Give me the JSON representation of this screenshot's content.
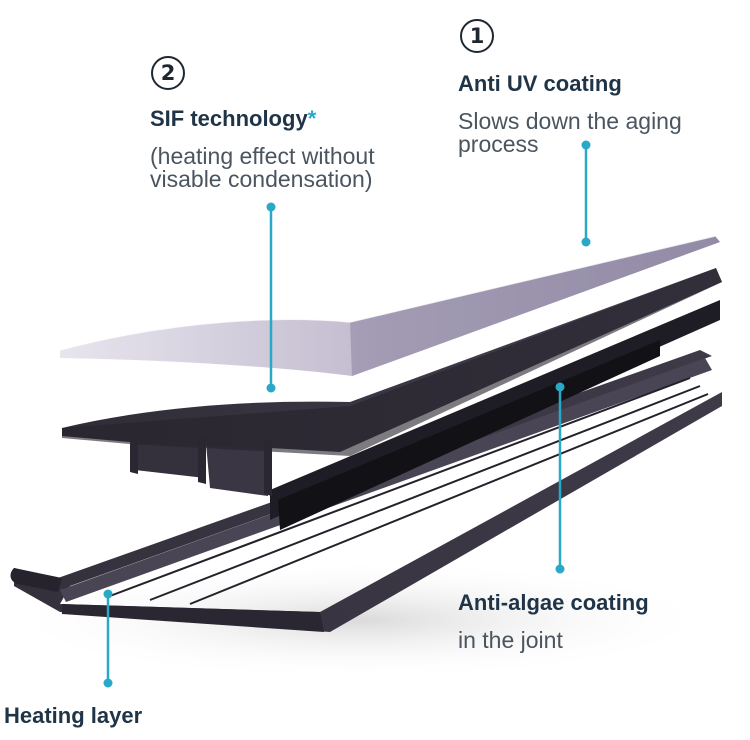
{
  "callouts": {
    "uv": {
      "number": "1",
      "title": "Anti UV coating",
      "desc_line1": "Slows down the aging",
      "desc_line2": "process"
    },
    "sif": {
      "number": "2",
      "title": "SIF technology",
      "asterisk": "*",
      "desc_line1": "(heating effect without",
      "desc_line2": "visable condensation)"
    },
    "algae": {
      "title": "Anti-algae coating",
      "desc": "in the joint"
    },
    "heating": {
      "title": "Heating layer"
    }
  },
  "colors": {
    "title": "#1f3447",
    "desc": "#4a5560",
    "leader": "#2aa8c8",
    "profile": "#3a3644",
    "profile_dark": "#2a2732",
    "coating": "#c4bdd2"
  }
}
